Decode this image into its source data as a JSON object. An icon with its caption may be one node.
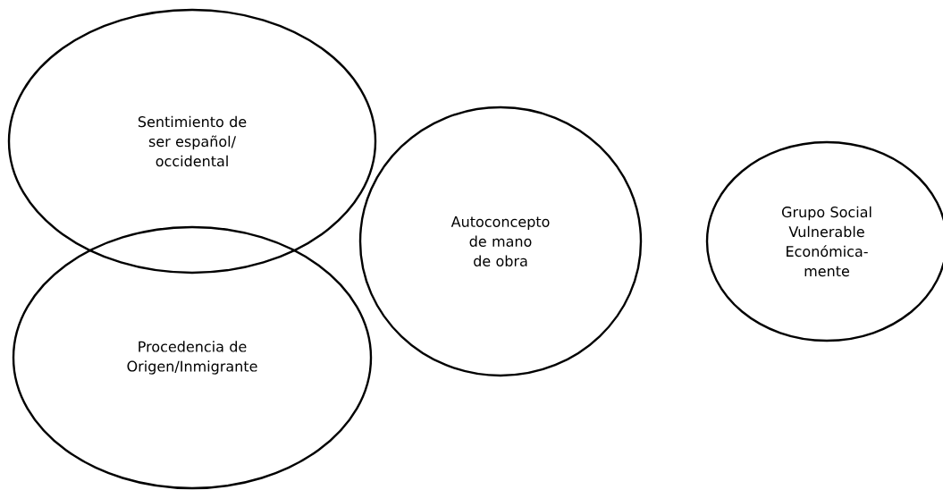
{
  "diagram": {
    "nodes": [
      {
        "text": [
          "Sentimiento de ser español/ occidental"
        ]
      },
      {
        "text": [
          "Procedencia de Origen/Inmigrante"
        ]
      },
      {
        "text": [
          "Autoconcepto de mano de obra"
        ]
      },
      {
        "text": [
          "Grupo Social Vulnerable Económica- mente"
        ]
      }
    ]
  }
}
